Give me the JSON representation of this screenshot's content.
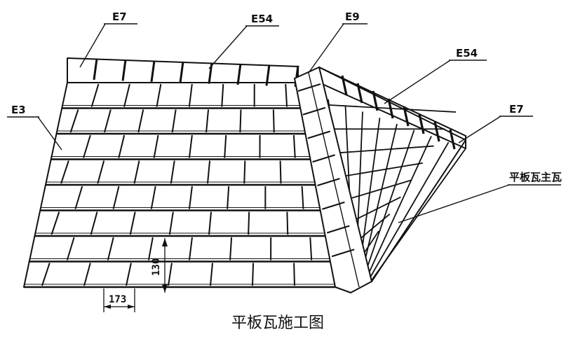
{
  "labels": {
    "e7_left": "E7",
    "e54_top": "E54",
    "e9": "E9",
    "e54_right": "E54",
    "e7_right": "E7",
    "e3": "E3",
    "main_tile": "平板瓦主瓦"
  },
  "dimensions": {
    "tile_height": "130",
    "tile_width": "173"
  },
  "caption": "平板瓦施工图"
}
